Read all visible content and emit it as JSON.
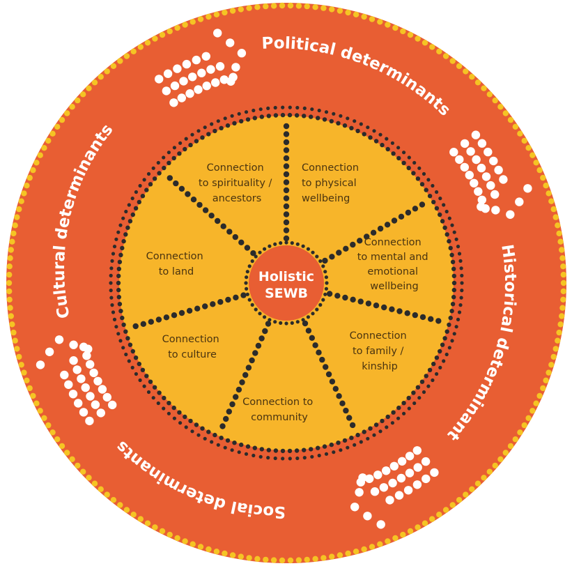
{
  "center": {
    "line1": "Holistic",
    "line2": "SEWB"
  },
  "domains": [
    {
      "lines": [
        "Connection",
        "to spirituality /",
        "ancestors"
      ]
    },
    {
      "lines": [
        "Connection",
        "to physical",
        "wellbeing"
      ]
    },
    {
      "lines": [
        "Connection",
        "to mental and",
        "emotional",
        "wellbeing"
      ]
    },
    {
      "lines": [
        "Connection",
        "to family /",
        "kinship"
      ]
    },
    {
      "lines": [
        "Connection to",
        "community"
      ]
    },
    {
      "lines": [
        "Connection",
        "to culture"
      ]
    },
    {
      "lines": [
        "Connection",
        "to land"
      ]
    }
  ],
  "determinants": {
    "political": "Political determinants",
    "historical": "Historical determinants",
    "social": "Social determinants",
    "cultural": "Cultural determinants"
  },
  "colors": {
    "outer_ring": "#e85e33",
    "outer_dots": "#f5c424",
    "inner_circle": "#f7b52a",
    "dots_dark": "#2b2b2b",
    "arrow_dots": "#ffffff",
    "center_fill": "#e85e33"
  }
}
